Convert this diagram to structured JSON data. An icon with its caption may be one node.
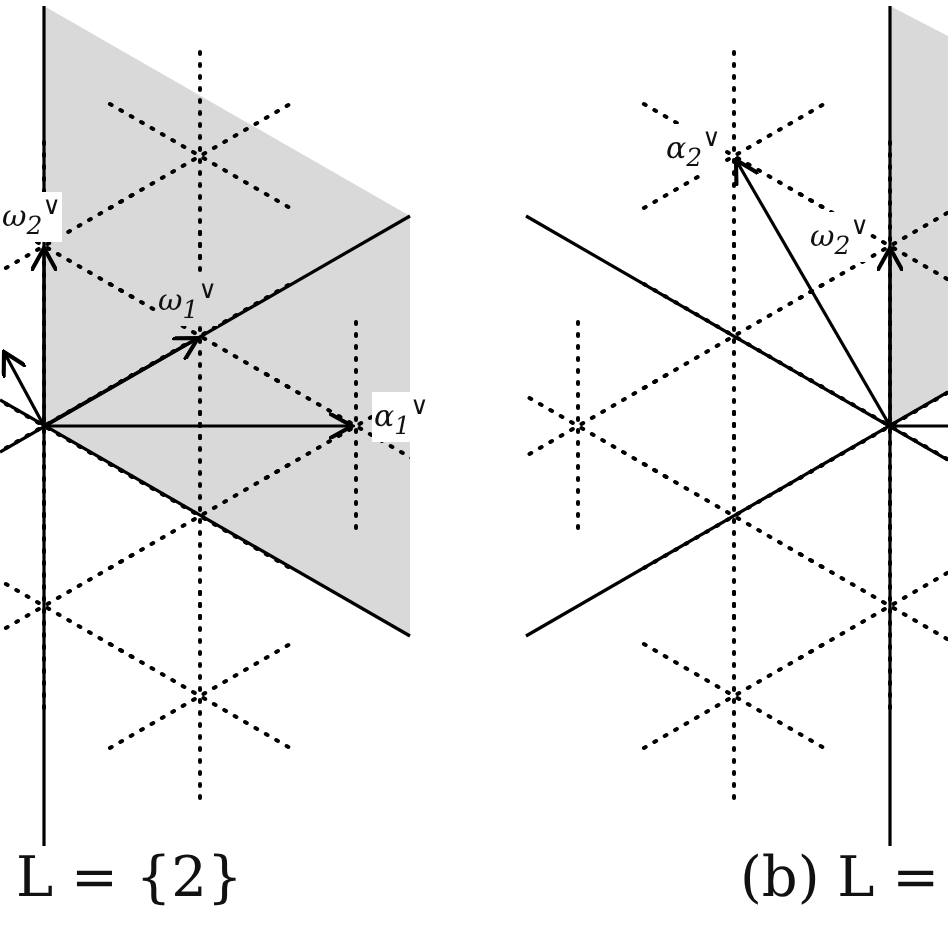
{
  "diagram": {
    "labels": [
      "ω$_{2}$$^{∨}$",
      "ω$_{1}$$^{∨}$",
      "α$_{1}$$^{∨}$",
      "α$_{2}$$^{∨}$",
      "ω$_{2}$$^{∨}$",
      "L = {2}",
      "(b) L ="
    ]
  }
}
